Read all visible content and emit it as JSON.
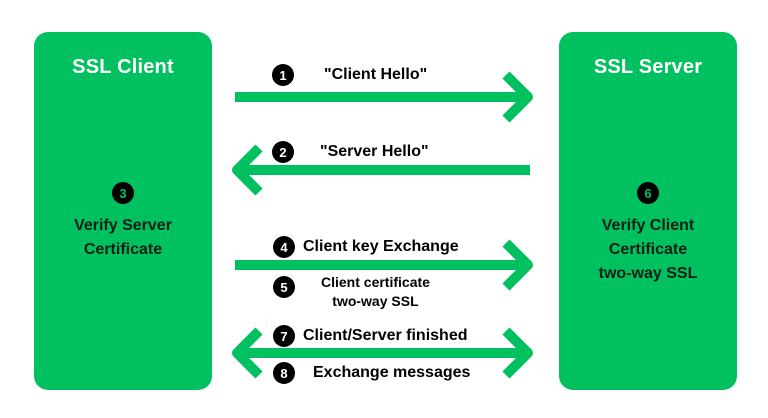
{
  "colors": {
    "accent": "#00c060",
    "badge": "#000000",
    "text_on_box": "#ffffff"
  },
  "client": {
    "title": "SSL Client",
    "step_number": "3",
    "step_line1": "Verify Server",
    "step_line2": "Certificate"
  },
  "server": {
    "title": "SSL Server",
    "step_number": "6",
    "step_line1": "Verify Client",
    "step_line2": "Certificate",
    "step_line3": "two-way SSL"
  },
  "messages": [
    {
      "number": "1",
      "text": "\"Client Hello\"",
      "direction": "right"
    },
    {
      "number": "2",
      "text": "\"Server Hello\"",
      "direction": "left"
    },
    {
      "number": "4",
      "text": "Client key Exchange",
      "direction": "right"
    },
    {
      "number": "5",
      "line1": "Client certificate",
      "line2": "two-way SSL"
    },
    {
      "number": "7",
      "text": "Client/Server finished",
      "direction": "both"
    },
    {
      "number": "8",
      "text": "Exchange messages"
    }
  ]
}
